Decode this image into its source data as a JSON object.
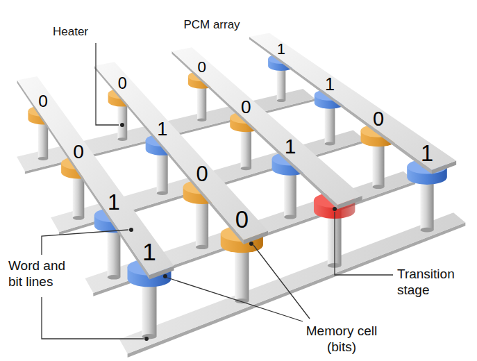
{
  "diagram": {
    "title": "PCM array",
    "labels": [
      "Heater",
      "0",
      "0",
      "1",
      "1",
      "0",
      "1",
      "0",
      "0",
      "0",
      "0",
      "1",
      "1",
      "1",
      "0",
      "1",
      "Word and bit lines",
      "Transition stage",
      "Memory cell (bits)"
    ]
  }
}
